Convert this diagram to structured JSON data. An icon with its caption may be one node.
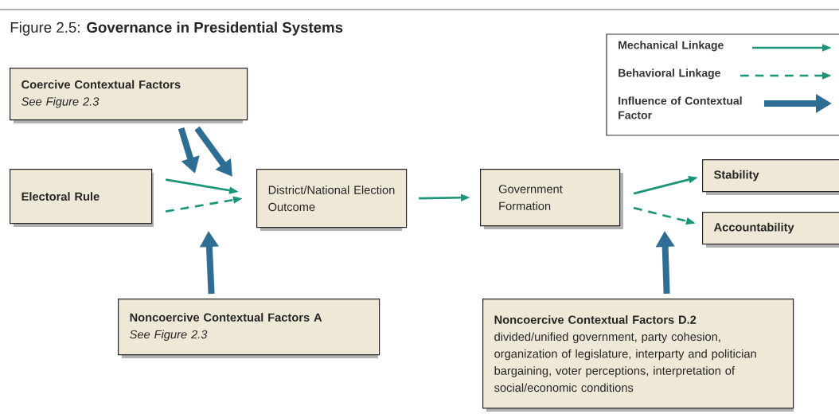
{
  "diagram": {
    "title": "Figure 2.5: **Governance in Presidential Systems**",
    "nodes": [
      {
        "text": [
          "Coercive Contextual Factors",
          "See Figure 2.3"
        ]
      },
      {
        "text": [
          "Electoral Rule"
        ]
      },
      {
        "text": [
          "District/National Election Outcome"
        ]
      },
      {
        "text": [
          "Government Formation"
        ]
      },
      {
        "text": [
          "Stability"
        ]
      },
      {
        "text": [
          "Accountability"
        ]
      },
      {
        "text": [
          "Noncoercive Contextual Factors A",
          "See Figure 2.3"
        ]
      },
      {
        "text": [
          "Noncoercive Contextual Factors D.2",
          "divided/unified government, party cohesion, organization of legislature, interparty and politician bargaining, voter perceptions, interpretation of social/economic conditions"
        ]
      }
    ],
    "edges": [
      {
        "from": 1,
        "to": 2,
        "arrow": "to"
      },
      {
        "from": 1,
        "to": 2,
        "arrow": "to",
        "style": "dashed"
      },
      {
        "from": 0,
        "to": null,
        "arrow": "to",
        "style": "thick",
        "color": "#2e6d94"
      },
      {
        "from": 0,
        "to": null,
        "arrow": "to",
        "style": "thick",
        "color": "#2e6d94"
      },
      {
        "from": 6,
        "to": null,
        "arrow": "to",
        "style": "thick",
        "color": "#2e6d94"
      },
      {
        "from": 2,
        "to": 3,
        "arrow": "to"
      },
      {
        "from": 7,
        "to": null,
        "arrow": "to",
        "style": "thick",
        "color": "#2e6d94"
      },
      {
        "from": 3,
        "to": 4,
        "arrow": "to"
      },
      {
        "from": 3,
        "to": 5,
        "arrow": "to",
        "style": "dashed"
      }
    ],
    "legend": [
      {
        "text": "Mechanical Linkage"
      },
      {
        "text": "Behavioral Linkage"
      },
      {
        "text": "Influence of Contextual Factor"
      }
    ]
  }
}
